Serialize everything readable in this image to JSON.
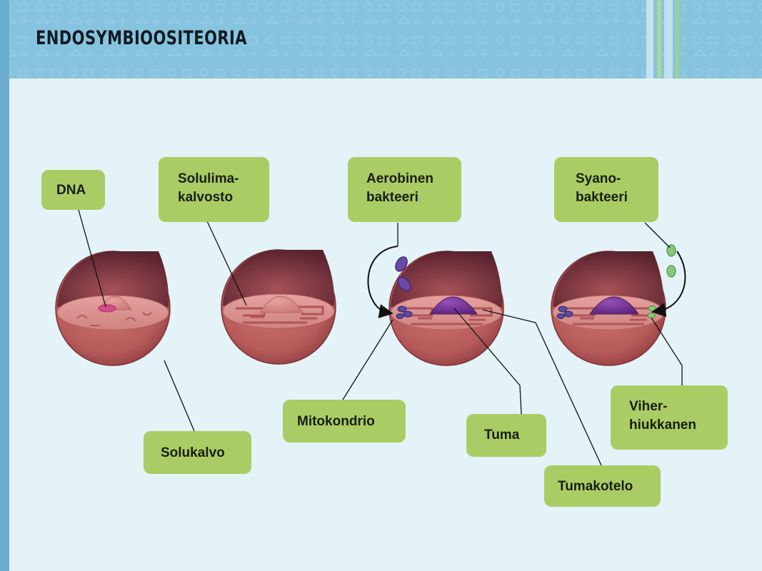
{
  "slide": {
    "title": "ENDOSYMBIOOSITEORIA"
  },
  "labels": {
    "dna": "DNA",
    "solulimakalvosto": "Solulima-\nkalvosto",
    "aerobinen_bakteeri": "Aerobinen\nbakteeri",
    "syanobakteeri": "Syano-\nbakteeri",
    "solukalvo": "Solukalvo",
    "mitokondrio": "Mitokondrio",
    "tuma": "Tuma",
    "tumakotelo": "Tumakotelo",
    "viherhiukkanen": "Viher-\nhiukkanen"
  },
  "colors": {
    "background": "#e3f3f7",
    "header": "#86c3de",
    "label_fill": "#a9cd64",
    "cell_membrane": "#b65a5a",
    "cell_interior": "#d98a86",
    "nucleus": "#6f2d8c",
    "mitochondria": "#5a4aa0",
    "chloroplast": "#86c97a"
  }
}
